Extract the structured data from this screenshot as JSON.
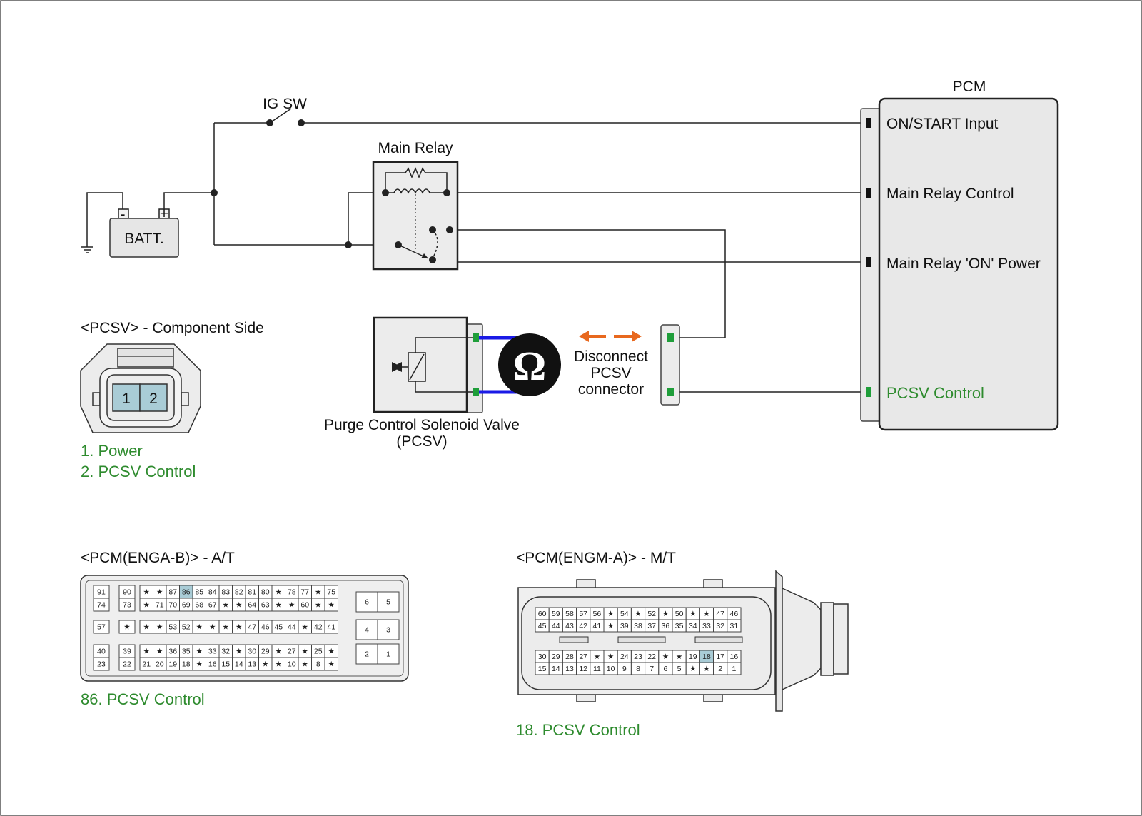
{
  "labels": {
    "ig_sw": "IG SW",
    "main_relay": "Main Relay",
    "batt": "BATT.",
    "batt_neg": "-",
    "batt_pos": "+",
    "pcm": "PCM",
    "pcm_pins": [
      "ON/START Input",
      "Main Relay Control",
      "Main Relay 'ON' Power",
      "PCSV Control"
    ],
    "pcsv_title_1": "Purge Control Solenoid Valve",
    "pcsv_title_2": "(PCSV)",
    "disconnect": [
      "Disconnect",
      "PCSV",
      "connector"
    ],
    "ohm": "Ω"
  },
  "pcsv_connector": {
    "title": "<PCSV> - Component Side",
    "pins": [
      "1",
      "2"
    ],
    "legend": [
      "1. Power",
      "2. PCSV Control"
    ]
  },
  "engab": {
    "title": "<PCM(ENGA-B)> - A/T",
    "legend": "86. PCSV Control",
    "highlight": "86",
    "left_pairs": [
      [
        "91",
        "74"
      ],
      [
        "57"
      ],
      [
        "40",
        "23"
      ]
    ],
    "col2": [
      [
        "90",
        "73"
      ],
      [
        "★"
      ],
      [
        "39",
        "22"
      ]
    ],
    "main_rows": [
      [
        "★",
        "★",
        "87",
        "86",
        "85",
        "84",
        "83",
        "82",
        "81",
        "80",
        "★",
        "78",
        "77",
        "★",
        "75"
      ],
      [
        "★",
        "71",
        "70",
        "69",
        "68",
        "67",
        "★",
        "★",
        "64",
        "63",
        "★",
        "★",
        "60",
        "★",
        "★"
      ],
      [
        "★",
        "★",
        "53",
        "52",
        "★",
        "★",
        "★",
        "★",
        "47",
        "46",
        "45",
        "44",
        "★",
        "42",
        "41"
      ],
      [
        "★",
        "★",
        "36",
        "35",
        "★",
        "33",
        "32",
        "★",
        "30",
        "29",
        "★",
        "27",
        "★",
        "25",
        "★"
      ],
      [
        "21",
        "20",
        "19",
        "18",
        "★",
        "16",
        "15",
        "14",
        "13",
        "★",
        "★",
        "10",
        "★",
        "8",
        "★"
      ]
    ],
    "right_pairs": [
      [
        "6",
        "5"
      ],
      [
        "4",
        "3"
      ],
      [
        "2",
        "1"
      ]
    ]
  },
  "engma": {
    "title": "<PCM(ENGM-A)> - M/T",
    "legend": "18. PCSV Control",
    "highlight": "18",
    "rows": [
      [
        "60",
        "59",
        "58",
        "57",
        "56",
        "★",
        "54",
        "★",
        "52",
        "★",
        "50",
        "★",
        "★",
        "47",
        "46"
      ],
      [
        "45",
        "44",
        "43",
        "42",
        "41",
        "★",
        "39",
        "38",
        "37",
        "36",
        "35",
        "34",
        "33",
        "32",
        "31"
      ],
      [
        "30",
        "29",
        "28",
        "27",
        "★",
        "★",
        "24",
        "23",
        "22",
        "★",
        "★",
        "19",
        "18",
        "17",
        "16"
      ],
      [
        "15",
        "14",
        "13",
        "12",
        "11",
        "10",
        "9",
        "8",
        "7",
        "6",
        "5",
        "★",
        "★",
        "2",
        "1"
      ]
    ]
  },
  "colors": {
    "wire": "#222222",
    "highlight_pin": "#a9ccd6",
    "connector_fill": "#f2f2f2",
    "green_text": "#2e8b2e",
    "green_pin": "#1f9e3a",
    "probe_blue": "#1a1ae6",
    "arrow_orange": "#e8681e"
  }
}
